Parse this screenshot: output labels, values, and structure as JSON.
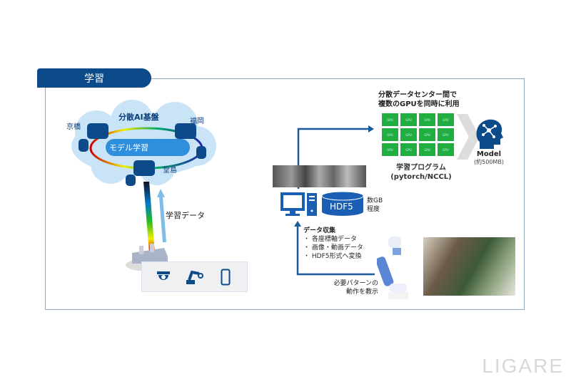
{
  "tab_title": "学習",
  "cloud": {
    "title": "分散AI基盤",
    "center": "モデル学習",
    "sites": [
      "京橋",
      "福岡",
      "堂島"
    ]
  },
  "training_data_label": "学習データ",
  "gpu_caption": [
    "分散データセンター間で",
    "複数のGPUを同時に利用"
  ],
  "gpu_label": "GPU",
  "gpu_count": 12,
  "program": [
    "学習プログラム",
    "(pytorch/NCCL)"
  ],
  "model": {
    "name": "Model",
    "size": "(約500MB)"
  },
  "hdf5": {
    "label": "HDF5",
    "size": [
      "数GB",
      "程度"
    ]
  },
  "collection": {
    "title": "データ収集",
    "items": [
      "各座標軸データ",
      "画像・動画データ",
      "HDF5形式へ変換"
    ]
  },
  "teach": [
    "必要パターンの",
    "動作を教示"
  ],
  "watermark": "LIGARE",
  "colors": {
    "brand": "#0d4a8a",
    "gpu": "#1fae3f",
    "arrow": "#1a5a9a"
  }
}
